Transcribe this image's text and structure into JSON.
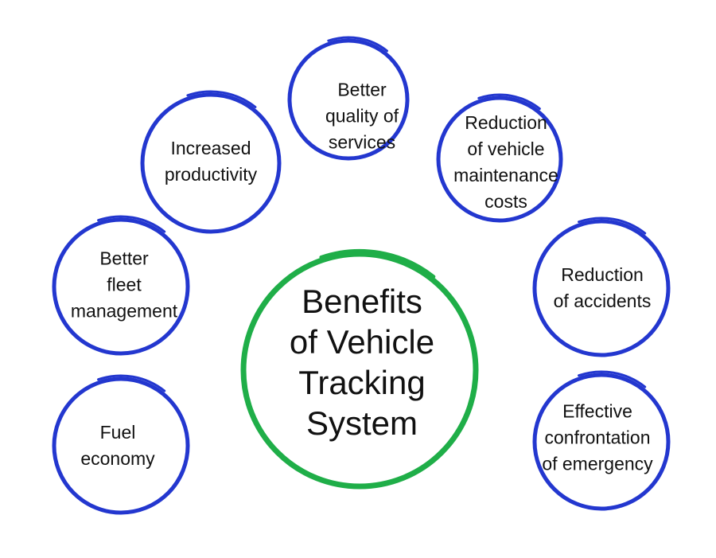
{
  "colors": {
    "ring": "#2337cf",
    "center_ring": "#1fae48",
    "text": "#111111"
  },
  "center": {
    "lines": [
      "Benefits",
      "of Vehicle",
      "Tracking",
      "System"
    ]
  },
  "benefits": [
    {
      "id": "increased-productivity",
      "lines": [
        "Increased",
        "productivity"
      ]
    },
    {
      "id": "better-quality-of-services",
      "lines": [
        "Better",
        "quality of",
        "services"
      ]
    },
    {
      "id": "reduction-of-vehicle-maintenance-costs",
      "lines": [
        "Reduction",
        "of vehicle",
        "maintenance",
        "costs"
      ]
    },
    {
      "id": "better-fleet-management",
      "lines": [
        "Better",
        "fleet",
        "management"
      ]
    },
    {
      "id": "reduction-of-accidents",
      "lines": [
        "Reduction",
        "of accidents"
      ]
    },
    {
      "id": "fuel-economy",
      "lines": [
        "Fuel",
        "economy"
      ]
    },
    {
      "id": "effective-confrontation-of-emergency",
      "lines": [
        "Effective",
        "confrontation",
        "of emergency"
      ]
    }
  ]
}
